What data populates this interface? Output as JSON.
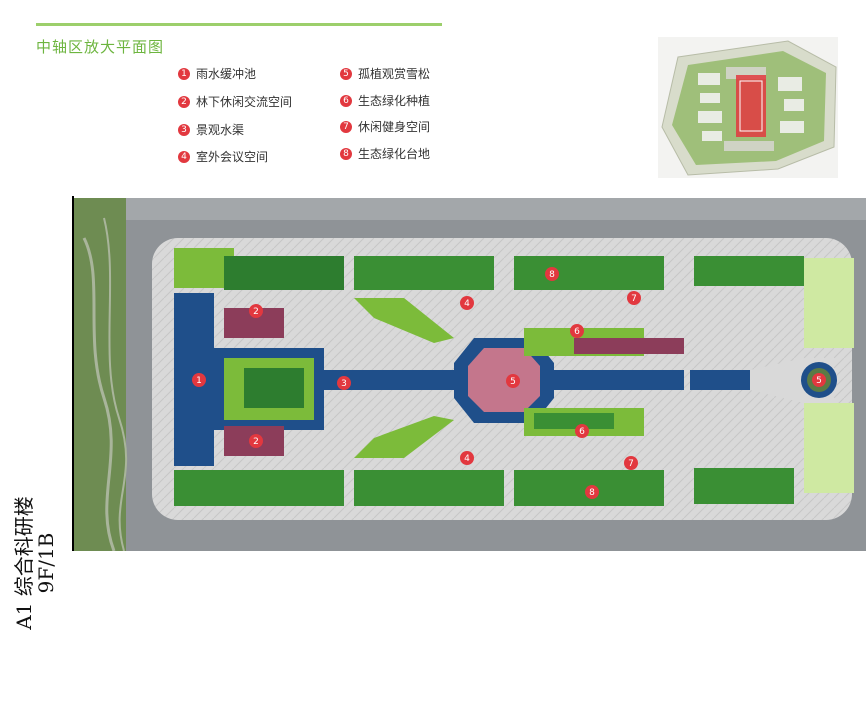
{
  "title": "中轴区放大平面图",
  "legend": [
    {
      "num": "1",
      "label": "雨水缓冲池"
    },
    {
      "num": "2",
      "label": "林下休闲交流空间"
    },
    {
      "num": "3",
      "label": "景观水渠"
    },
    {
      "num": "4",
      "label": "室外会议空间"
    },
    {
      "num": "5",
      "label": "孤植观赏雪松"
    },
    {
      "num": "6",
      "label": "生态绿化种植"
    },
    {
      "num": "7",
      "label": "休闲健身空间"
    },
    {
      "num": "8",
      "label": "生态绿化台地"
    }
  ],
  "building": {
    "name": "A1 综合科研楼",
    "floors": "9F/1B"
  },
  "markers": [
    "1",
    "2",
    "2",
    "3",
    "4",
    "4",
    "5",
    "5",
    "6",
    "6",
    "7",
    "7",
    "8",
    "8"
  ],
  "colors": {
    "title": "#6db53f",
    "marker": "#e2383f",
    "water": "#1f4f8a",
    "keymap_highlight": "#e2383f"
  }
}
